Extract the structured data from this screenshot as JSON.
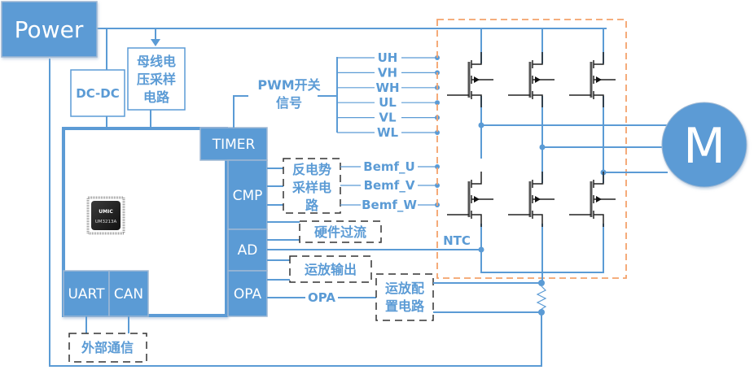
{
  "diagram": {
    "title": "Motor control block diagram",
    "colors": {
      "primary": "#5b9bd5",
      "inverter_boundary": "#f4a26b",
      "text_on_block": "#ffffff"
    },
    "power": {
      "label": "Power"
    },
    "dcdc": {
      "label": "DC-DC"
    },
    "bus_voltage_sampling": {
      "lines": [
        "母线电",
        "压采样",
        "电路"
      ]
    },
    "mcu": {
      "chip_brand": "UMIC",
      "chip_model": "UM3213A",
      "peripherals": {
        "timer": "TIMER",
        "cmp": "CMP",
        "ad": "AD",
        "opa": "OPA",
        "uart": "UART",
        "can": "CAN"
      }
    },
    "pwm_signal": {
      "lines": [
        "PWM开关",
        "信号"
      ]
    },
    "pwm_channels": [
      "UH",
      "VH",
      "WH",
      "UL",
      "VL",
      "WL"
    ],
    "bemf_circuit": {
      "lines": [
        "反电势",
        "采样电",
        "路"
      ]
    },
    "bemf_channels": [
      "Bemf_U",
      "Bemf_V",
      "Bemf_W"
    ],
    "hw_overcurrent": {
      "label": "硬件过流"
    },
    "opamp_output": {
      "label": "运放输出"
    },
    "opamp_config": {
      "lines": [
        "运放配",
        "置电路"
      ]
    },
    "opa_signal": {
      "label": "OPA"
    },
    "ntc": {
      "label": "NTC"
    },
    "external_comm": {
      "label": "外部通信"
    },
    "motor": {
      "label": "M"
    }
  }
}
